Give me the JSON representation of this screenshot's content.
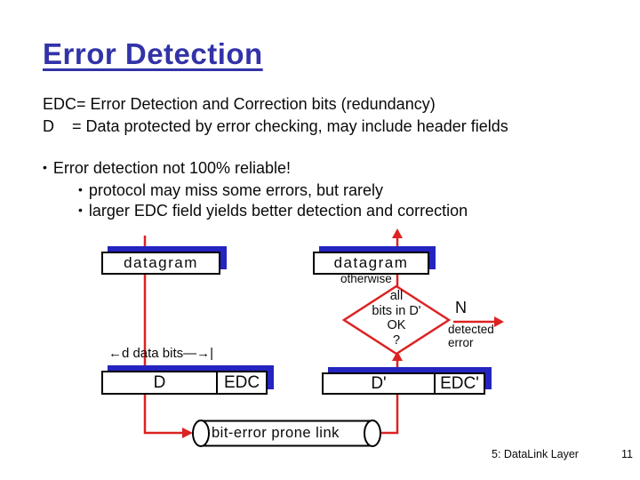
{
  "slide": {
    "title": "Error Detection",
    "definitions": [
      "EDC= Error Detection and Correction bits (redundancy)",
      "D    = Data protected by error checking, may include header fields"
    ],
    "bullet_char": "•",
    "bullets": [
      {
        "level": 1,
        "text": "Error detection not 100% reliable!"
      },
      {
        "level": 2,
        "text": "protocol may miss some errors, but rarely"
      },
      {
        "level": 2,
        "text": "larger EDC field yields better detection and correction"
      }
    ]
  },
  "diagram": {
    "sender": {
      "datagram_label": "datagram",
      "d_bits_label": "←d data bits—→|",
      "d_label": "D",
      "edc_label": "EDC"
    },
    "receiver": {
      "datagram_label": "datagram",
      "otherwise_label": "otherwise",
      "decision_lines": [
        "all",
        "bits in D'",
        "OK",
        "?"
      ],
      "n_label": "N",
      "detected_line1": "detected",
      "detected_line2": "error",
      "d_label": "D'",
      "edc_label": "EDC'"
    },
    "link_label": "bit-error prone link"
  },
  "footer": {
    "left": "5: DataLink Layer",
    "page": "11"
  },
  "colors": {
    "title_blue": "#3233a8",
    "shadow_blue": "#2424c0",
    "arrow_red": "#dd2222",
    "box_border": "#000000"
  }
}
